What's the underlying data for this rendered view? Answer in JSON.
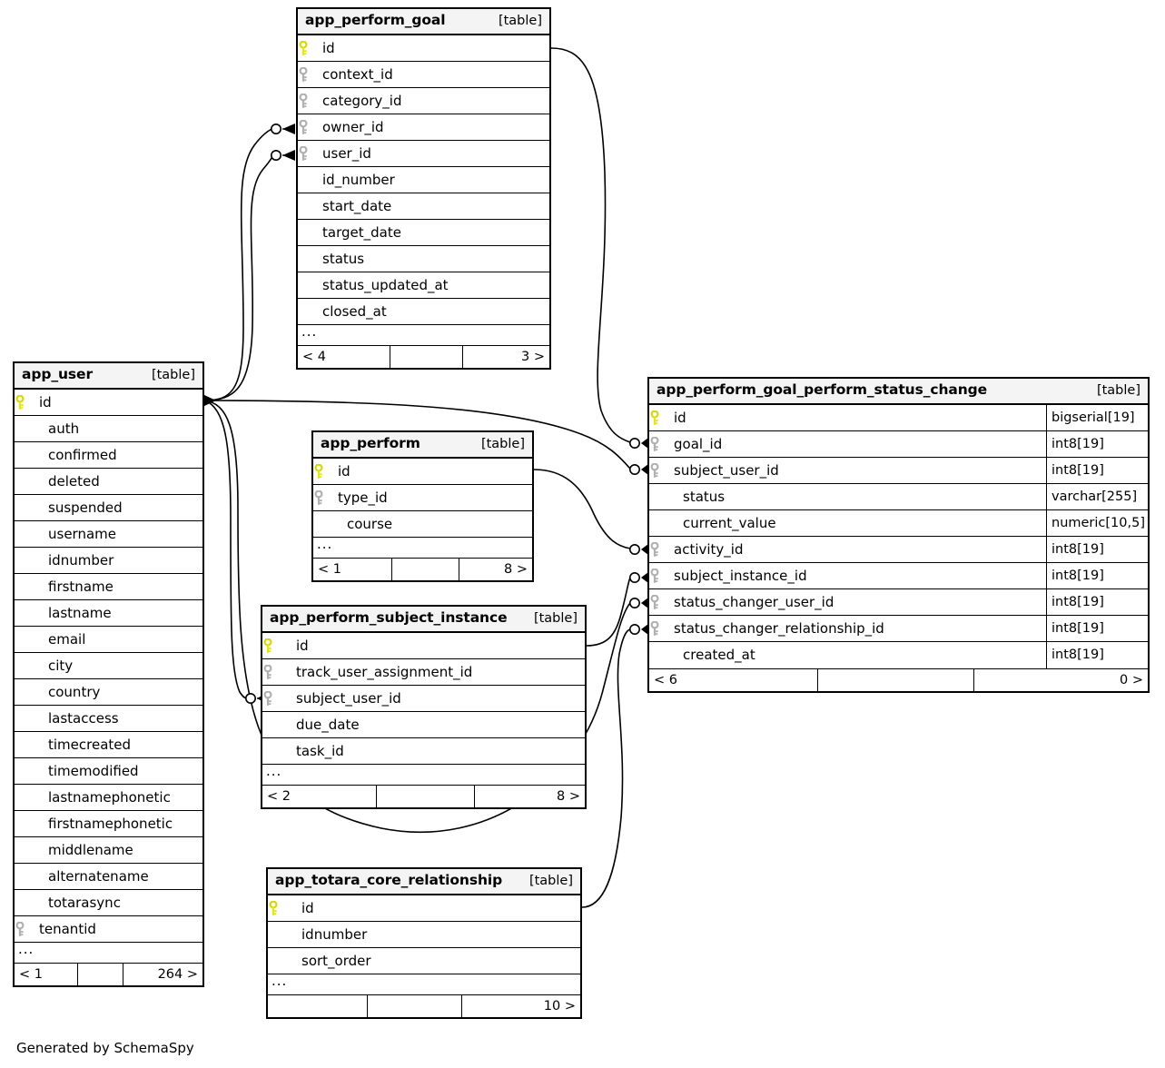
{
  "footer_credit": "Generated by SchemaSpy",
  "table_tag": "[table]",
  "ellipsis": "...",
  "colors": {
    "primary_key": "#e8e800",
    "foreign_key": "#b0b0b0",
    "header_bg": "#f4f4f4",
    "border": "#000000",
    "background": "#ffffff"
  },
  "tables": [
    {
      "id": "app_perform_goal",
      "name": "app_perform_goal",
      "tag": "[table]",
      "columns": [
        {
          "name": "id",
          "key": "primary"
        },
        {
          "name": "context_id",
          "key": "foreign"
        },
        {
          "name": "category_id",
          "key": "foreign"
        },
        {
          "name": "owner_id",
          "key": "foreign"
        },
        {
          "name": "user_id",
          "key": "foreign"
        },
        {
          "name": "id_number",
          "key": "none"
        },
        {
          "name": "start_date",
          "key": "none"
        },
        {
          "name": "target_date",
          "key": "none"
        },
        {
          "name": "status",
          "key": "none"
        },
        {
          "name": "status_updated_at",
          "key": "none"
        },
        {
          "name": "closed_at",
          "key": "none"
        }
      ],
      "has_ellipsis": true,
      "footer": {
        "left": "< 4",
        "mid": "",
        "right": "3 >"
      }
    },
    {
      "id": "app_user",
      "name": "app_user",
      "tag": "[table]",
      "columns": [
        {
          "name": "id",
          "key": "primary"
        },
        {
          "name": "auth",
          "key": "none"
        },
        {
          "name": "confirmed",
          "key": "none"
        },
        {
          "name": "deleted",
          "key": "none"
        },
        {
          "name": "suspended",
          "key": "none"
        },
        {
          "name": "username",
          "key": "none"
        },
        {
          "name": "idnumber",
          "key": "none"
        },
        {
          "name": "firstname",
          "key": "none"
        },
        {
          "name": "lastname",
          "key": "none"
        },
        {
          "name": "email",
          "key": "none"
        },
        {
          "name": "city",
          "key": "none"
        },
        {
          "name": "country",
          "key": "none"
        },
        {
          "name": "lastaccess",
          "key": "none"
        },
        {
          "name": "timecreated",
          "key": "none"
        },
        {
          "name": "timemodified",
          "key": "none"
        },
        {
          "name": "lastnamephonetic",
          "key": "none"
        },
        {
          "name": "firstnamephonetic",
          "key": "none"
        },
        {
          "name": "middlename",
          "key": "none"
        },
        {
          "name": "alternatename",
          "key": "none"
        },
        {
          "name": "totarasync",
          "key": "none"
        },
        {
          "name": "tenantid",
          "key": "foreign"
        }
      ],
      "has_ellipsis": true,
      "footer": {
        "left": "< 1",
        "mid": "",
        "right": "264 >"
      }
    },
    {
      "id": "app_perform",
      "name": "app_perform",
      "tag": "[table]",
      "columns": [
        {
          "name": "id",
          "key": "primary"
        },
        {
          "name": "type_id",
          "key": "foreign"
        },
        {
          "name": "course",
          "key": "none"
        }
      ],
      "has_ellipsis": true,
      "footer": {
        "left": "< 1",
        "mid": "",
        "right": "8 >"
      }
    },
    {
      "id": "app_perform_subject_instance",
      "name": "app_perform_subject_instance",
      "tag": "[table]",
      "columns": [
        {
          "name": "id",
          "key": "primary"
        },
        {
          "name": "track_user_assignment_id",
          "key": "foreign"
        },
        {
          "name": "subject_user_id",
          "key": "foreign"
        },
        {
          "name": "due_date",
          "key": "none"
        },
        {
          "name": "task_id",
          "key": "none"
        }
      ],
      "has_ellipsis": true,
      "footer": {
        "left": "< 2",
        "mid": "",
        "right": "8 >"
      }
    },
    {
      "id": "app_totara_core_relationship",
      "name": "app_totara_core_relationship",
      "tag": "[table]",
      "columns": [
        {
          "name": "id",
          "key": "primary"
        },
        {
          "name": "idnumber",
          "key": "none"
        },
        {
          "name": "sort_order",
          "key": "none"
        }
      ],
      "has_ellipsis": true,
      "footer": {
        "left": "",
        "mid": "",
        "right": "10 >"
      }
    },
    {
      "id": "app_perform_goal_perform_status_change",
      "name": "app_perform_goal_perform_status_change",
      "tag": "[table]",
      "columns": [
        {
          "name": "id",
          "key": "primary",
          "type": "bigserial[19]"
        },
        {
          "name": "goal_id",
          "key": "foreign",
          "type": "int8[19]"
        },
        {
          "name": "subject_user_id",
          "key": "foreign",
          "type": "int8[19]"
        },
        {
          "name": "status",
          "key": "none",
          "type": "varchar[255]"
        },
        {
          "name": "current_value",
          "key": "none",
          "type": "numeric[10,5]"
        },
        {
          "name": "activity_id",
          "key": "foreign",
          "type": "int8[19]"
        },
        {
          "name": "subject_instance_id",
          "key": "foreign",
          "type": "int8[19]"
        },
        {
          "name": "status_changer_user_id",
          "key": "foreign",
          "type": "int8[19]"
        },
        {
          "name": "status_changer_relationship_id",
          "key": "foreign",
          "type": "int8[19]"
        },
        {
          "name": "created_at",
          "key": "none",
          "type": "int8[19]"
        }
      ],
      "has_ellipsis": false,
      "footer": {
        "left": "< 6",
        "mid": "",
        "right": "0 >"
      }
    }
  ],
  "relationships": [
    {
      "from": "app_user.id",
      "to": "app_perform_goal.owner_id"
    },
    {
      "from": "app_user.id",
      "to": "app_perform_goal.user_id"
    },
    {
      "from": "app_user.id",
      "to": "app_perform_goal_perform_status_change.subject_user_id"
    },
    {
      "from": "app_user.id",
      "to": "app_perform_goal_perform_status_change.status_changer_user_id"
    },
    {
      "from": "app_user.id",
      "to": "app_perform_subject_instance.subject_user_id"
    },
    {
      "from": "app_perform_goal.id",
      "to": "app_perform_goal_perform_status_change.goal_id"
    },
    {
      "from": "app_perform.id",
      "to": "app_perform_goal_perform_status_change.activity_id"
    },
    {
      "from": "app_perform_subject_instance.id",
      "to": "app_perform_goal_perform_status_change.subject_instance_id"
    },
    {
      "from": "app_totara_core_relationship.id",
      "to": "app_perform_goal_perform_status_change.status_changer_relationship_id"
    }
  ]
}
